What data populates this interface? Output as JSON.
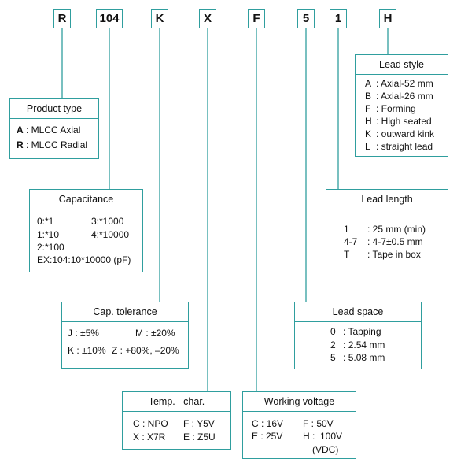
{
  "codes": [
    "R",
    "104",
    "K",
    "X",
    "F",
    "5",
    "1",
    "H"
  ],
  "product_type": {
    "title": "Product type",
    "rows": [
      {
        "code": "A",
        "desc": ": MLCC Axial"
      },
      {
        "code": "R",
        "desc": ": MLCC Radial"
      }
    ]
  },
  "capacitance": {
    "title": "Capacitance",
    "rows": [
      "0:*1",
      "3:*1000",
      "1:*10",
      "4:*10000",
      "2:*100",
      "EX:104:10*10000 (pF)"
    ]
  },
  "cap_tolerance": {
    "title": "Cap. tolerance",
    "rows": [
      "J : ±5%",
      "M : ±20%",
      "K : ±10%",
      "Z : +80%, –20%"
    ]
  },
  "temp_char": {
    "title": "Temp.   char.",
    "rows": [
      "C : NPO",
      "F : Y5V",
      "X : X7R",
      "E : Z5U"
    ]
  },
  "working_voltage": {
    "title": "Working voltage",
    "rows": [
      "C : 16V",
      "F : 50V",
      "E : 25V",
      "H :  100V",
      "(VDC)"
    ]
  },
  "lead_space": {
    "title": "Lead space",
    "rows": [
      {
        "code": "0",
        "desc": ": Tapping"
      },
      {
        "code": "2",
        "desc": ": 2.54 mm"
      },
      {
        "code": "5",
        "desc": ": 5.08 mm"
      }
    ]
  },
  "lead_length": {
    "title": "Lead length",
    "rows": [
      {
        "code": "1",
        "desc": ": 25 mm (min)"
      },
      {
        "code": "4-7",
        "desc": ": 4-7±0.5 mm"
      },
      {
        "code": "T",
        "desc": ": Tape in box"
      }
    ]
  },
  "lead_style": {
    "title": "Lead style",
    "rows": [
      {
        "code": "A",
        "desc": ": Axial-52 mm"
      },
      {
        "code": "B",
        "desc": ": Axial-26 mm"
      },
      {
        "code": "F",
        "desc": ": Forming"
      },
      {
        "code": "H",
        "desc": ": High seated"
      },
      {
        "code": "K",
        "desc": ": outward kink"
      },
      {
        "code": "L",
        "desc": ": straight lead"
      }
    ]
  }
}
